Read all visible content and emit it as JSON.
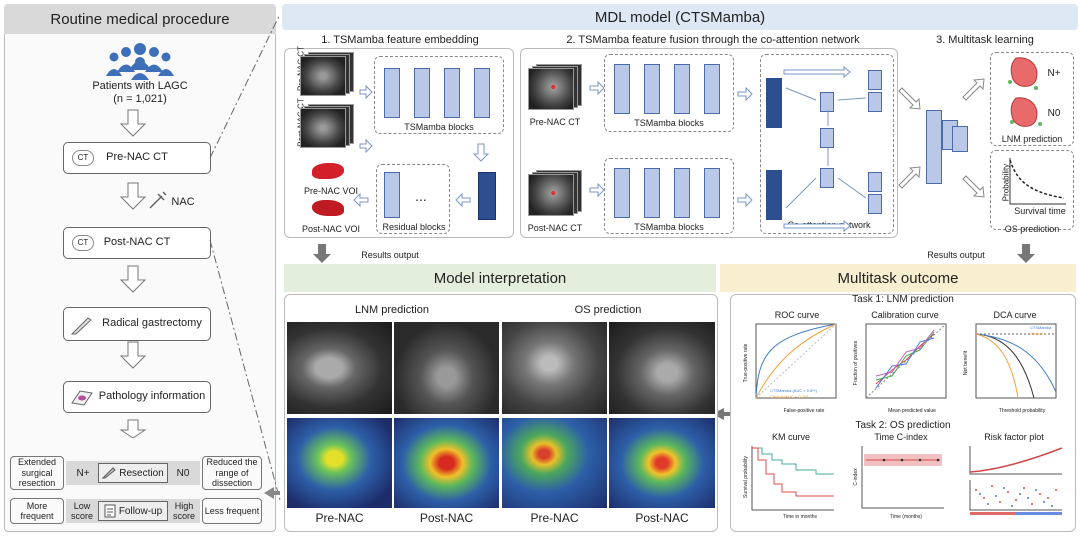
{
  "left": {
    "title": "Routine medical procedure",
    "patients_line1": "Patients with LAGC",
    "patients_line2": "(n = 1,021)",
    "steps": [
      "Pre-NAC CT",
      "Post-NAC CT",
      "Radical gastrectomy",
      "Pathology information"
    ],
    "nac_label": "NAC",
    "ct_icon": "CT",
    "row1": {
      "left": "Extended surgical resection",
      "n_plus": "N+",
      "middle": "Resection",
      "n_zero": "N0",
      "right": "Reduced the range of dissection"
    },
    "row2": {
      "left": "More frequent",
      "low": "Low score",
      "middle": "Follow-up",
      "high": "High score",
      "right": "Less frequent"
    }
  },
  "mdl": {
    "title": "MDL model (CTSMamba)",
    "sec1": "1. TSMamba feature embedding",
    "sec2": "2. TSMamba feature fusion through the co-attention network",
    "sec3": "3. Multitask learning",
    "pre_nac_ct_v": "Pre-NAC CT",
    "post_nac_ct_v": "Post-NAC CT",
    "tsmamba_blocks": "TSMamba blocks",
    "pre_voi": "Pre-NAC VOI",
    "post_voi": "Post-NAC VOI",
    "residual": "Residual blocks",
    "pre_nac_ct": "Pre-NAC CT",
    "post_nac_ct": "Post-NAC CT",
    "coattn": "Co-attention network",
    "n_plus": "N+",
    "n_zero": "N0",
    "lnm_pred": "LNM prediction",
    "probability": "Probability",
    "survival_time": "Survival time",
    "os_pred": "OS prediction",
    "results_output": "Results output",
    "dots": "..."
  },
  "interp": {
    "title": "Model interpretation",
    "lnm": "LNM prediction",
    "os": "OS prediction",
    "cols": [
      "Pre-NAC",
      "Post-NAC",
      "Pre-NAC",
      "Post-NAC"
    ]
  },
  "outcome": {
    "title": "Multitask outcome",
    "task1": "Task 1: LNM prediction",
    "task2": "Task 2: OS prediction",
    "roc": "ROC curve",
    "calib": "Calibration curve",
    "dca": "DCA curve",
    "km": "KM curve",
    "tci": "Time C-index",
    "risk": "Risk factor plot",
    "roc_x": "False-positive rate",
    "roc_y": "True-positive rate",
    "calib_x": "Mean predicted value",
    "calib_y": "Fraction of positives",
    "dca_x": "Threshold probability",
    "dca_y": "Net benefit",
    "km_x": "Time in months",
    "km_y": "Survival probability",
    "tci_x": "Time (months)",
    "tci_y": "C-index",
    "roc_legend1": "CTSMamba (AUC = 0.8**)",
    "roc_legend2": "Clinical (AUC = 0.7**)",
    "dca_legend1": "CTSMamba",
    "dca_legend2": "Clinical"
  },
  "colors": {
    "header_gray": "#d9d9d9",
    "mdl_blue": "#dde8f4",
    "interp_green": "#e3efdc",
    "outcome_yellow": "#f7efcf",
    "block_fill": "#b8c8e6",
    "dark_block": "#2e4f8f"
  }
}
